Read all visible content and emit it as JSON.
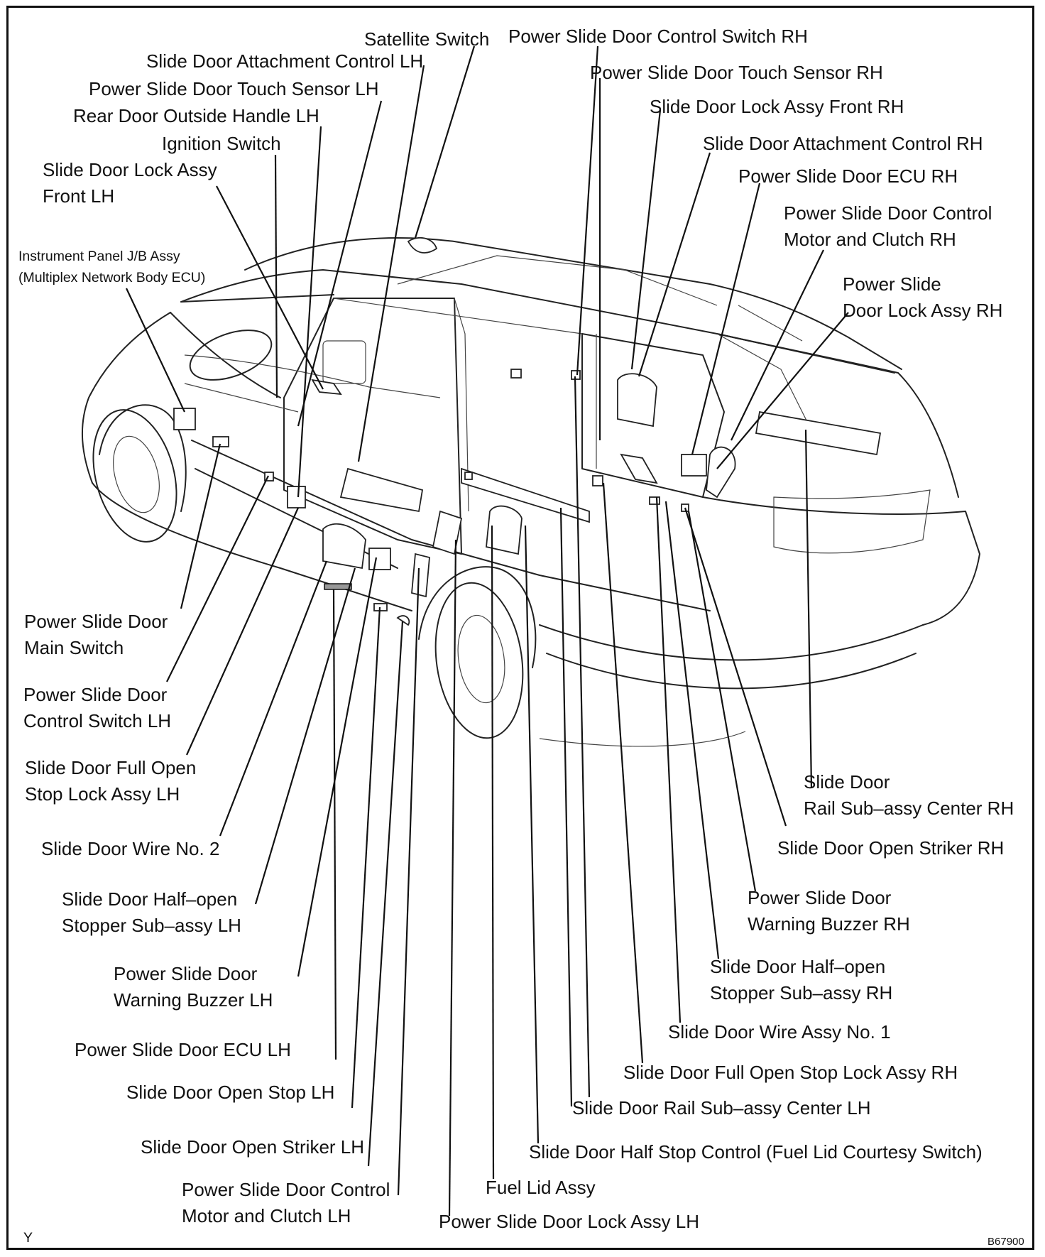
{
  "labels": {
    "satellite_switch": "Satellite Switch",
    "slide_door_attachment_control_lh": "Slide Door Attachment Control LH",
    "ps_door_touch_sensor_lh": "Power Slide Door Touch Sensor LH",
    "rear_door_outside_handle_lh": "Rear Door Outside Handle LH",
    "ignition_switch": "Ignition Switch",
    "slide_door_lock_assy_front_lh": "Slide Door Lock Assy\nFront LH",
    "instrument_panel_jb": "Instrument Panel J/B Assy\n(Multiplex Network Body ECU)",
    "ps_door_main_switch": "Power Slide Door\nMain Switch",
    "ps_door_control_switch_lh": "Power Slide Door\nControl Switch LH",
    "slide_door_full_open_stop_lock_lh": "Slide Door Full Open\nStop Lock Assy LH",
    "slide_door_wire_no2": "Slide Door Wire No. 2",
    "slide_door_half_open_stopper_lh": "Slide Door Half–open\nStopper Sub–assy LH",
    "ps_door_warning_buzzer_lh": "Power  Slide  Door\nWarning Buzzer LH",
    "ps_door_ecu_lh": "Power Slide Door ECU LH",
    "slide_door_open_stop_lh": "Slide Door Open Stop LH",
    "slide_door_open_striker_lh": "Slide Door Open Striker LH",
    "ps_door_control_motor_clutch_lh": "Power Slide Door Control\nMotor and Clutch LH",
    "fuel_lid_assy": "Fuel Lid Assy",
    "ps_door_lock_assy_lh": "Power Slide Door Lock Assy LH",
    "ps_door_control_switch_rh": "Power Slide Door Control Switch RH",
    "ps_door_touch_sensor_rh": "Power Slide Door Touch Sensor RH",
    "slide_door_lock_assy_front_rh": "Slide Door Lock Assy Front RH",
    "slide_door_attachment_control_rh": "Slide Door Attachment Control RH",
    "ps_door_ecu_rh": "Power Slide Door ECU RH",
    "ps_door_control_motor_clutch_rh": "Power Slide Door Control\nMotor and Clutch RH",
    "ps_door_lock_assy_rh": "Power Slide\nDoor Lock Assy RH",
    "slide_door_rail_center_rh": "Slide Door\nRail Sub–assy Center RH",
    "slide_door_open_striker_rh": "Slide Door Open Striker RH",
    "ps_door_warning_buzzer_rh": "Power Slide Door\nWarning Buzzer RH",
    "slide_door_half_open_stopper_rh": "Slide Door Half–open\nStopper Sub–assy RH",
    "slide_door_wire_assy_no1": "Slide Door Wire Assy No. 1",
    "slide_door_full_open_stop_lock_rh": "Slide Door Full Open Stop Lock Assy RH",
    "slide_door_rail_center_lh": "Slide Door Rail Sub–assy Center LH",
    "slide_door_half_stop_control": "Slide Door Half Stop Control (Fuel Lid Courtesy Switch)"
  },
  "corner_mark": "Y",
  "figure_code": "B67900"
}
